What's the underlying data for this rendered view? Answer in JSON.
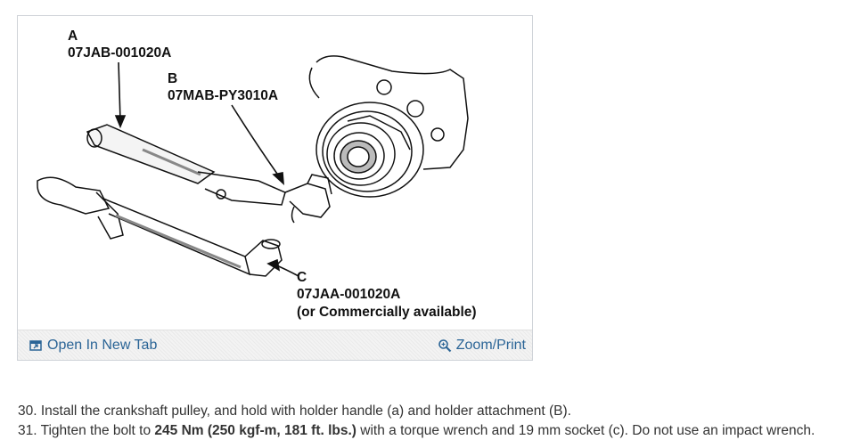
{
  "figure": {
    "callouts": {
      "a": {
        "letter": "A",
        "part": "07JAB-001020A"
      },
      "b": {
        "letter": "B",
        "part": "07MAB-PY3010A"
      },
      "c": {
        "letter": "C",
        "part": "07JAA-001020A",
        "note": "(or Commercially available)"
      }
    },
    "open_new_tab": "Open In New Tab",
    "zoom_print": "Zoom/Print",
    "link_color": "#2a6496"
  },
  "steps": [
    {
      "num": "30.",
      "text": "Install the crankshaft pulley, and hold with holder handle (a) and holder attachment (B)."
    },
    {
      "num": "31.",
      "pre": "Tighten the bolt to",
      "bold": "245 Nm (250 kgf-m, 181 ft. lbs.)",
      "post": "with a torque wrench and 19 mm socket (c). Do not use an impact wrench."
    }
  ],
  "icons": [
    "open-in-new-tab-icon",
    "zoom-magnifier-icon"
  ]
}
